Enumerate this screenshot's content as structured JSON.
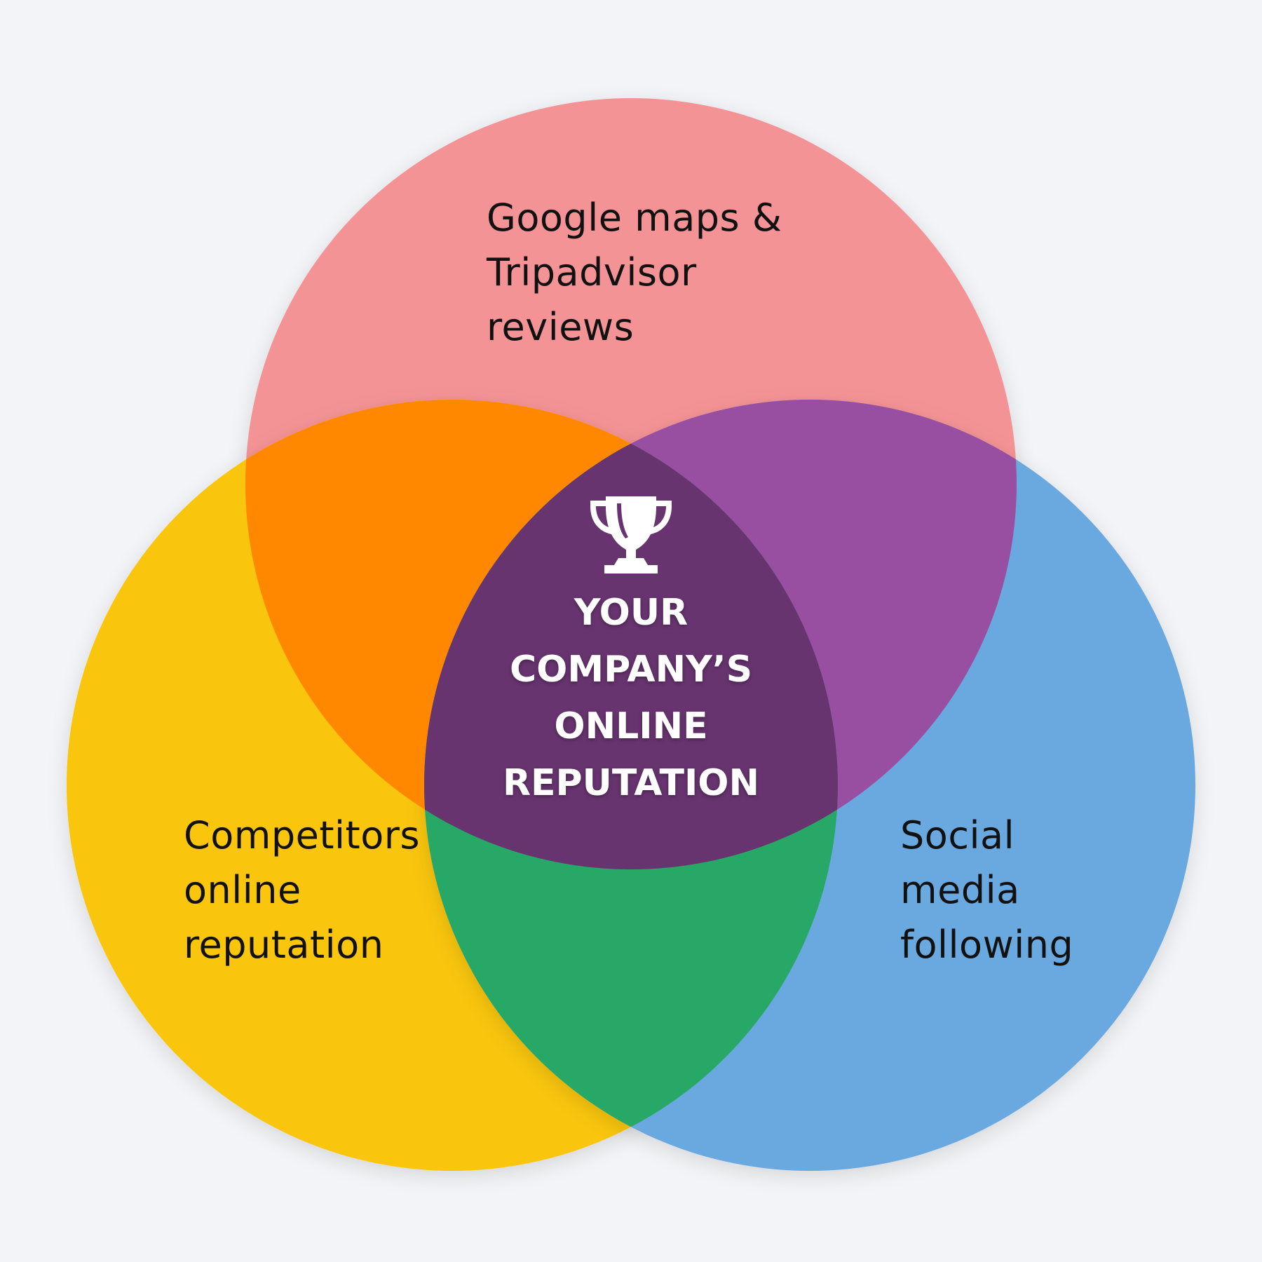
{
  "diagram": {
    "type": "venn",
    "sets": [
      {
        "id": "top",
        "label_lines": [
          "Google maps &",
          "Tripadvisor",
          "reviews"
        ],
        "color": "#f49395"
      },
      {
        "id": "left",
        "label_lines": [
          "Competitors",
          "online",
          "reputation"
        ],
        "color": "#f9c50f"
      },
      {
        "id": "right",
        "label_lines": [
          "Social",
          "media",
          "following"
        ],
        "color": "#6aa8e0"
      }
    ],
    "overlap_colors": {
      "top_left": "#ff8800",
      "top_right": "#984fa2",
      "left_right": "#27a866",
      "center": "#683470"
    },
    "center": {
      "icon": "trophy-icon",
      "title_lines": [
        "YOUR",
        "COMPANY’S",
        "ONLINE",
        "REPUTATION"
      ]
    },
    "background": "#f3f4f7"
  }
}
